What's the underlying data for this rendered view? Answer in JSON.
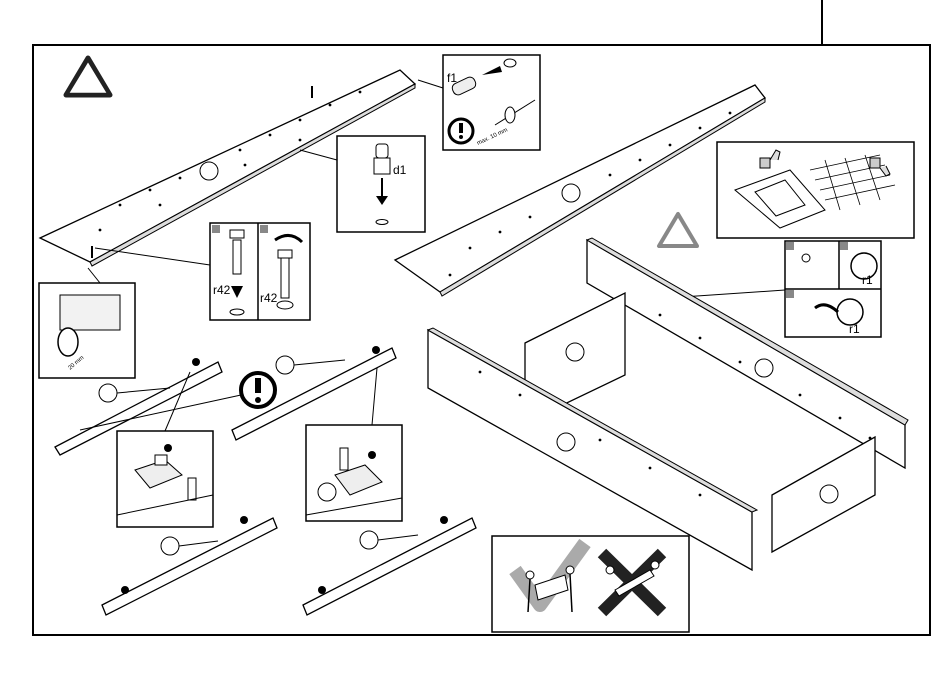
{
  "labels": {
    "dowel": "f1",
    "pin": "d1",
    "cam_bolt_left": "r42",
    "cam_bolt_right": "r42",
    "cam_lock_top": "r1",
    "cam_lock_bottom": "r1",
    "dimension": "20 mm",
    "dimension_max": "max. 10 mm"
  },
  "icons": [
    "warning-triangle-icon",
    "caution-circle-icon",
    "thumbs-up-icon",
    "thumbs-down-icon",
    "correct-carry-check-icon",
    "wrong-carry-cross-icon"
  ]
}
